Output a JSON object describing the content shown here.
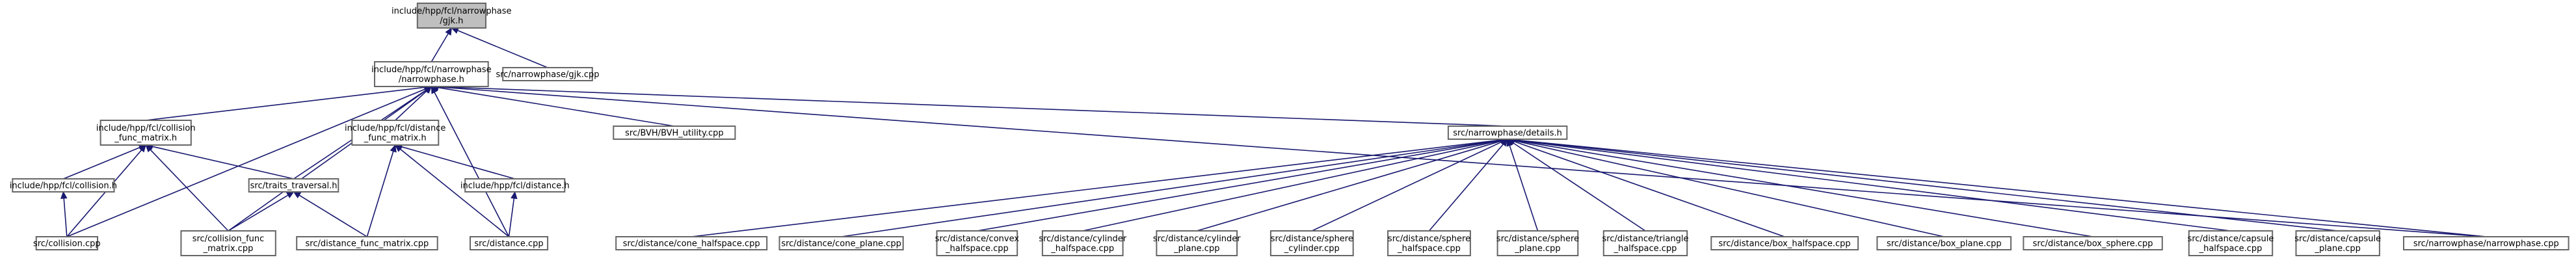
{
  "nodes": [
    {
      "id": "gjk_h",
      "lines": [
        "include/hpp/fcl/narrowphase",
        "/gjk.h"
      ],
      "highlight": true
    },
    {
      "id": "narrowphase_h",
      "lines": [
        "include/hpp/fcl/narrowphase",
        "/narrowphase.h"
      ]
    },
    {
      "id": "gjk_cpp",
      "lines": [
        "src/narrowphase/gjk.cpp"
      ]
    },
    {
      "id": "collision_func_matrix_h",
      "lines": [
        "include/hpp/fcl/collision",
        "_func_matrix.h"
      ]
    },
    {
      "id": "distance_func_matrix_h",
      "lines": [
        "include/hpp/fcl/distance",
        "_func_matrix.h"
      ]
    },
    {
      "id": "bvh_utility_cpp",
      "lines": [
        "src/BVH/BVH_utility.cpp"
      ]
    },
    {
      "id": "details_h",
      "lines": [
        "src/narrowphase/details.h"
      ]
    },
    {
      "id": "collision_h",
      "lines": [
        "include/hpp/fcl/collision.h"
      ]
    },
    {
      "id": "traits_traversal_h",
      "lines": [
        "src/traits_traversal.h"
      ]
    },
    {
      "id": "distance_h",
      "lines": [
        "include/hpp/fcl/distance.h"
      ]
    },
    {
      "id": "collision_cpp",
      "lines": [
        "src/collision.cpp"
      ]
    },
    {
      "id": "collision_func_matrix_cpp",
      "lines": [
        "src/collision_func",
        "_matrix.cpp"
      ]
    },
    {
      "id": "distance_func_matrix_cpp",
      "lines": [
        "src/distance_func_matrix.cpp"
      ]
    },
    {
      "id": "distance_cpp",
      "lines": [
        "src/distance.cpp"
      ]
    },
    {
      "id": "cone_halfspace",
      "lines": [
        "src/distance/cone_halfspace.cpp"
      ]
    },
    {
      "id": "cone_plane",
      "lines": [
        "src/distance/cone_plane.cpp"
      ]
    },
    {
      "id": "convex_halfspace",
      "lines": [
        "src/distance/convex",
        "_halfspace.cpp"
      ]
    },
    {
      "id": "cylinder_halfspace",
      "lines": [
        "src/distance/cylinder",
        "_halfspace.cpp"
      ]
    },
    {
      "id": "cylinder_plane",
      "lines": [
        "src/distance/cylinder",
        "_plane.cpp"
      ]
    },
    {
      "id": "sphere_cylinder",
      "lines": [
        "src/distance/sphere",
        "_cylinder.cpp"
      ]
    },
    {
      "id": "sphere_halfspace",
      "lines": [
        "src/distance/sphere",
        "_halfspace.cpp"
      ]
    },
    {
      "id": "sphere_plane",
      "lines": [
        "src/distance/sphere",
        "_plane.cpp"
      ]
    },
    {
      "id": "triangle_halfspace",
      "lines": [
        "src/distance/triangle",
        "_halfspace.cpp"
      ]
    },
    {
      "id": "box_halfspace",
      "lines": [
        "src/distance/box_halfspace.cpp"
      ]
    },
    {
      "id": "box_plane",
      "lines": [
        "src/distance/box_plane.cpp"
      ]
    },
    {
      "id": "box_sphere",
      "lines": [
        "src/distance/box_sphere.cpp"
      ]
    },
    {
      "id": "capsule_halfspace",
      "lines": [
        "src/distance/capsule",
        "_halfspace.cpp"
      ]
    },
    {
      "id": "capsule_plane",
      "lines": [
        "src/distance/capsule",
        "_plane.cpp"
      ]
    },
    {
      "id": "narrowphase_cpp",
      "lines": [
        "src/narrowphase/narrowphase.cpp"
      ]
    }
  ],
  "edges": [
    [
      "gjk_h",
      "narrowphase_h"
    ],
    [
      "gjk_h",
      "gjk_cpp"
    ],
    [
      "narrowphase_h",
      "collision_func_matrix_h"
    ],
    [
      "narrowphase_h",
      "distance_func_matrix_h"
    ],
    [
      "narrowphase_h",
      "bvh_utility_cpp"
    ],
    [
      "narrowphase_h",
      "details_h"
    ],
    [
      "narrowphase_h",
      "narrowphase_cpp"
    ],
    [
      "narrowphase_h",
      "traits_traversal_h"
    ],
    [
      "narrowphase_h",
      "collision_cpp"
    ],
    [
      "narrowphase_h",
      "collision_func_matrix_cpp"
    ],
    [
      "narrowphase_h",
      "distance_cpp"
    ],
    [
      "collision_func_matrix_h",
      "collision_h"
    ],
    [
      "collision_func_matrix_h",
      "traits_traversal_h"
    ],
    [
      "collision_func_matrix_h",
      "collision_cpp"
    ],
    [
      "collision_func_matrix_h",
      "collision_func_matrix_cpp"
    ],
    [
      "collision_h",
      "collision_cpp"
    ],
    [
      "distance_func_matrix_h",
      "distance_h"
    ],
    [
      "distance_func_matrix_h",
      "distance_func_matrix_cpp"
    ],
    [
      "distance_func_matrix_h",
      "distance_cpp"
    ],
    [
      "distance_h",
      "distance_cpp"
    ],
    [
      "traits_traversal_h",
      "collision_func_matrix_cpp"
    ],
    [
      "traits_traversal_h",
      "distance_func_matrix_cpp"
    ],
    [
      "details_h",
      "cone_halfspace"
    ],
    [
      "details_h",
      "cone_plane"
    ],
    [
      "details_h",
      "convex_halfspace"
    ],
    [
      "details_h",
      "cylinder_halfspace"
    ],
    [
      "details_h",
      "cylinder_plane"
    ],
    [
      "details_h",
      "sphere_cylinder"
    ],
    [
      "details_h",
      "sphere_halfspace"
    ],
    [
      "details_h",
      "sphere_plane"
    ],
    [
      "details_h",
      "triangle_halfspace"
    ],
    [
      "details_h",
      "box_halfspace"
    ],
    [
      "details_h",
      "box_plane"
    ],
    [
      "details_h",
      "box_sphere"
    ],
    [
      "details_h",
      "capsule_halfspace"
    ],
    [
      "details_h",
      "capsule_plane"
    ],
    [
      "details_h",
      "narrowphase_cpp"
    ]
  ],
  "colors": {
    "node_fill": "#ffffff",
    "highlight_fill": "#bfbfbf",
    "node_border": "#666666",
    "edge": "#191970",
    "text": "#000000"
  }
}
